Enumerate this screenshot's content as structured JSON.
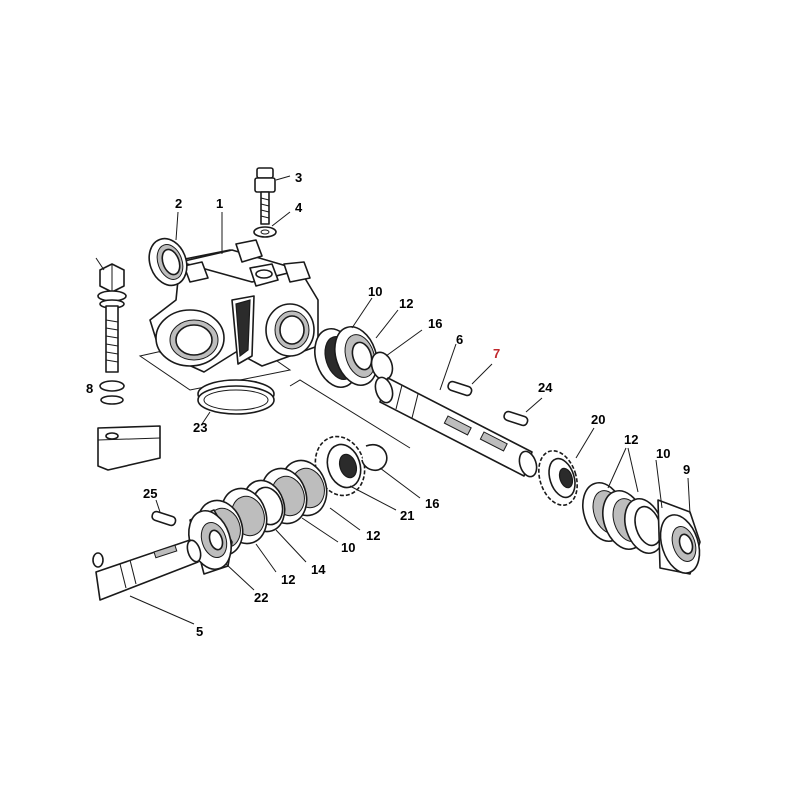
{
  "colors": {
    "line": "#1a1a1a",
    "highlight_label": "#c0282d",
    "label": "#1a1a1a"
  },
  "callouts": [
    {
      "id": "c1",
      "text": "1"
    },
    {
      "id": "c2",
      "text": "2"
    },
    {
      "id": "c3",
      "text": "3"
    },
    {
      "id": "c4",
      "text": "4"
    },
    {
      "id": "c5",
      "text": "5"
    },
    {
      "id": "c6",
      "text": "6"
    },
    {
      "id": "c7",
      "text": "7",
      "highlight": true
    },
    {
      "id": "c8",
      "text": "8"
    },
    {
      "id": "c9",
      "text": "9"
    },
    {
      "id": "c10a",
      "text": "10"
    },
    {
      "id": "c10b",
      "text": "10"
    },
    {
      "id": "c10c",
      "text": "10"
    },
    {
      "id": "c12a",
      "text": "12"
    },
    {
      "id": "c12b",
      "text": "12"
    },
    {
      "id": "c12c",
      "text": "12"
    },
    {
      "id": "c12d",
      "text": "12"
    },
    {
      "id": "c14",
      "text": "14"
    },
    {
      "id": "c16a",
      "text": "16"
    },
    {
      "id": "c16b",
      "text": "16"
    },
    {
      "id": "c20",
      "text": "20"
    },
    {
      "id": "c21",
      "text": "21"
    },
    {
      "id": "c22",
      "text": "22"
    },
    {
      "id": "c23",
      "text": "23"
    },
    {
      "id": "c24",
      "text": "24"
    },
    {
      "id": "c25",
      "text": "25"
    }
  ]
}
